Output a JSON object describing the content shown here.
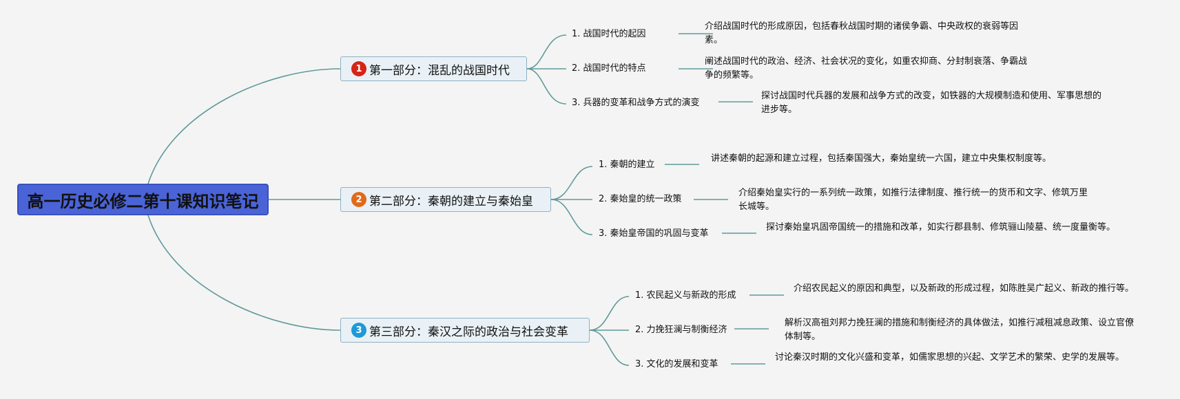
{
  "root": {
    "title": "高一历史必修二第十课知识笔记"
  },
  "parts": [
    {
      "number": "1",
      "color": "#d62516",
      "title": "第一部分：混乱的战国时代",
      "items": [
        {
          "label": "1. 战国时代的起因",
          "desc": "介绍战国时代的形成原因，包括春秋战国时期的诸侯争霸、中央政权的衰弱等因素。"
        },
        {
          "label": "2. 战国时代的特点",
          "desc": "阐述战国时代的政治、经济、社会状况的变化，如重农抑商、分封制衰落、争霸战争的频繁等。"
        },
        {
          "label": "3. 兵器的变革和战争方式的演变",
          "desc": "探讨战国时代兵器的发展和战争方式的改变，如铁器的大规模制造和使用、军事思想的进步等。"
        }
      ]
    },
    {
      "number": "2",
      "color": "#e06a1b",
      "title": "第二部分：秦朝的建立与秦始皇",
      "items": [
        {
          "label": "1. 秦朝的建立",
          "desc": "讲述秦朝的起源和建立过程，包括秦国强大，秦始皇统一六国，建立中央集权制度等。"
        },
        {
          "label": "2. 秦始皇的统一政策",
          "desc": "介绍秦始皇实行的一系列统一政策，如推行法律制度、推行统一的货币和文字、修筑万里长城等。"
        },
        {
          "label": "3. 秦始皇帝国的巩固与变革",
          "desc": "探讨秦始皇巩固帝国统一的措施和改革，如实行郡县制、修筑骊山陵墓、统一度量衡等。"
        }
      ]
    },
    {
      "number": "3",
      "color": "#1e9ad6",
      "title": "第三部分：秦汉之际的政治与社会变革",
      "items": [
        {
          "label": "1. 农民起义与新政的形成",
          "desc": "介绍农民起义的原因和典型，以及新政的形成过程，如陈胜吴广起义、新政的推行等。"
        },
        {
          "label": "2. 力挽狂澜与制衡经济",
          "desc": "解析汉高祖刘邦力挽狂澜的措施和制衡经济的具体做法，如推行减租减息政策、设立官僚体制等。"
        },
        {
          "label": "3. 文化的发展和变革",
          "desc": "讨论秦汉时期的文化兴盛和变革，如儒家思想的兴起、文学艺术的繁荣、史学的发展等。"
        }
      ]
    }
  ]
}
